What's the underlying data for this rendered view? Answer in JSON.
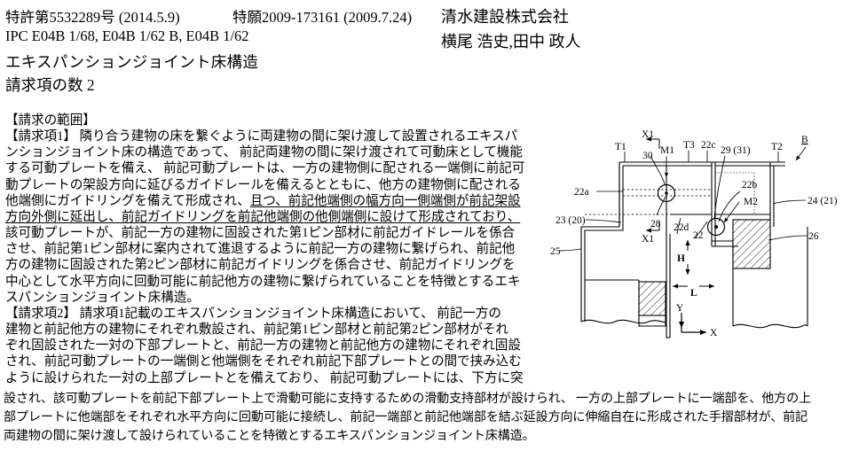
{
  "header": {
    "patent_number": "特許第5532289号 (2014.5.9)",
    "application_number": "特願2009-173161 (2009.7.24)",
    "ipc": "IPC E04B 1/68, E04B 1/62 B, E04B 1/62",
    "title": "エキスパンションジョイント床構造",
    "claim_count": "請求項の数 2",
    "applicant": "清水建設株式会社",
    "inventors": "横尾 浩史,田中 政人"
  },
  "claims": {
    "heading": "【請求の範囲】",
    "lines": [
      {
        "text": "【請求項1】 隣り合う建物の床を繋ぐように両建物の間に架け渡して設置されるエキスパ",
        "underlined": false
      },
      {
        "text": "ンションジョイント床の構造であって、 前記両建物の間に架け渡されて可動床として機能",
        "underlined": false
      },
      {
        "text": "する可動プレートを備え、 前記可動プレートは、一方の建物側に配される一端側に前記可",
        "underlined": false
      },
      {
        "text": "動プレートの架設方向に延びるガイドレールを備えるとともに、他方の建物側に配される",
        "underlined": false
      },
      {
        "text": "他端側にガイドリングを備えて形成され、",
        "underlined": false,
        "tail": "且つ、前記他端側の幅方向一側端側が前記架設"
      },
      {
        "text": "方向外側に延出し、前記ガイドリングを前記他端側の他側端側に設けて形成されており、",
        "underlined": true
      },
      {
        "text": "該可動プレートが、前記一方の建物に固設された第1ピン部材に前記ガイドレールを係合",
        "underlined": false
      },
      {
        "text": "させ、前記第1ピン部材に案内されて進退するように前記一方の建物に繋げられ、前記他",
        "underlined": false
      },
      {
        "text": "方の建物に固設された第2ピン部材に前記ガイドリングを係合させ、前記ガイドリングを",
        "underlined": false
      },
      {
        "text": "中心として水平方向に回動可能に前記他方の建物に繋げられていることを特徴とするエキ",
        "underlined": false
      },
      {
        "text": "スパンションジョイント床構造。",
        "underlined": false
      },
      {
        "text": "【請求項2】 請求項1記載のエキスパンションジョイント床構造において、 前記一方の",
        "underlined": false
      },
      {
        "text": "建物と前記他方の建物にそれぞれ敷設され、前記第1ピン部材と前記第2ピン部材がそれ",
        "underlined": false
      },
      {
        "text": "ぞれ固設された一対の下部プレートと、前記一方の建物と前記他方の建物にそれぞれ固設",
        "underlined": false
      },
      {
        "text": "され、前記可動プレートの一端側と他端側をそれぞれ前記下部プレートとの間で挟み込む",
        "underlined": false
      },
      {
        "text": "ように設けられた一対の上部プレートとを備えており、 前記可動プレートには、下方に突",
        "underlined": false
      }
    ]
  },
  "bottom_paragraph": {
    "lines": [
      "設され、該可動プレートを前記下部プレート上で滑動可能に支持するための滑動支持部材が設けられ、 一方の上部プレートに一端部を、他方の上",
      "部プレートに他端部をそれぞれ水平方向に回動可能に接続し、前記一端部と前記他端部を結ぶ延設方向に伸縮自在に形成された手摺部材が、前記",
      "両建物の間に架け渡して設けられていることを特徴とするエキスパンションジョイント床構造。"
    ]
  },
  "figure": {
    "labels": {
      "x1_top": "X1",
      "x1_bottom": "X1",
      "b": "B",
      "t1": "T1",
      "t2": "T2",
      "t3": "T3",
      "m1": "M1",
      "m2": "M2",
      "n30": "30",
      "n28": "28",
      "n22a": "22a",
      "n22b": "22b",
      "n22c": "22c",
      "n22d": "22d",
      "n22": "22",
      "n23_20": "23 (20)",
      "n24_21": "24 (21)",
      "n25": "25",
      "n26": "26",
      "n29_31": "29 (31)",
      "dim_h": "H",
      "dim_l": "L",
      "axis_x": "X",
      "axis_y": "Y"
    }
  }
}
